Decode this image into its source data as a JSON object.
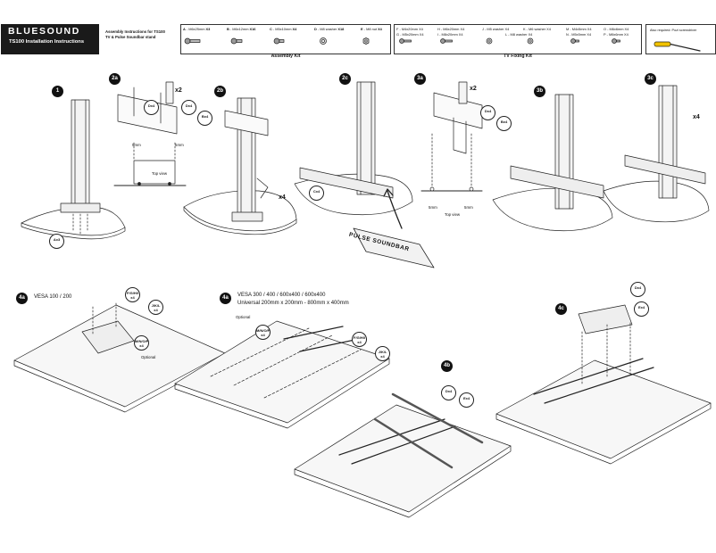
{
  "header": {
    "brand": "BLUESOUND",
    "model": "TS100 Installation Instructions",
    "instructions_line1": "Assembly Instructions for TS100",
    "instructions_line2": "TV & Pulse Soundbar stand"
  },
  "assembly_kit": {
    "title": "Assembly Kit",
    "parts": [
      {
        "code": "A",
        "desc": "M6x25mm",
        "qty": "X3",
        "icon": "screw-icon"
      },
      {
        "code": "B",
        "desc": "M6x12mm",
        "qty": "X16",
        "icon": "screw-icon"
      },
      {
        "code": "C",
        "desc": "M5x10mm",
        "qty": "X4",
        "icon": "screw-icon"
      },
      {
        "code": "D",
        "desc": "M8 washer",
        "qty": "X18",
        "icon": "washer-icon"
      },
      {
        "code": "E",
        "desc": "M8 nut",
        "qty": "X4",
        "icon": "nut-icon"
      }
    ]
  },
  "tv_fixing_kit": {
    "title": "TV Fixing Kit",
    "parts": [
      {
        "text": "F - M4x20mm X4"
      },
      {
        "text": "G - M5x20mm X4"
      },
      {
        "text": "H - M6x20mm X4"
      },
      {
        "text": "I - M8x20mm X4"
      },
      {
        "text": "J - M5 washer X4"
      },
      {
        "text": "K - M6 washer X4"
      },
      {
        "text": "L - M8 washer X4"
      },
      {
        "text": "M - M4x5mm X4"
      },
      {
        "text": "N - M5x5mm X4"
      },
      {
        "text": "O - M6x6mm X4"
      },
      {
        "text": "P - M8x6mm X4"
      }
    ]
  },
  "tools": {
    "text": "Also required: Pozi screwdriver",
    "icon": "screwdriver-icon"
  },
  "steps": {
    "s1": "1",
    "s2a": "2a",
    "s2b": "2b",
    "s2c": "2c",
    "s3a": "3a",
    "s3b": "3b",
    "s3c": "3c",
    "s4a_1": "4a",
    "s4a_2": "4a",
    "s4b": "4b",
    "s4c": "4c"
  },
  "labels": {
    "ax3": "Ax3",
    "x2_a": "x2",
    "x2_b": "x2",
    "x4_a": "x4",
    "x4_b": "x4",
    "dx4_1": "Dx4",
    "bx4_1": "Bx4",
    "dx4_2": "Dx4",
    "cx4": "Cx4",
    "dx4_3": "Dx4",
    "bx4_3": "Bx4",
    "mm5_1": "5mm",
    "mm5_2": "5mm",
    "mm5_3": "5mm",
    "mm5_4": "5mm",
    "topview_1": "Top view",
    "topview_2": "Top view",
    "soundbar": "PULSE SOUNDBAR",
    "vesa_small": "VESA 100 / 200",
    "vesa_large_1": "VESA 300 / 400 / 600x400 / 600x400",
    "vesa_large_2": "Universal 200mm x 200mm - 800mm x 400mm",
    "fghi_x4_a": "F/G/H/I x4",
    "jkl_x4_a": "J/K/L x4",
    "mnop_x4_a": "M/N/O/P x4",
    "optional_a": "Optional",
    "optional_b": "Optional",
    "mnop_x4_b": "M/N/O/P x4",
    "fghi_x4_b": "F/G/H/I x4",
    "jkl_x4_b": "J/K/L x4",
    "dx4_4b": "Dx4",
    "ex4_4b": "Ex4",
    "dx4_4c": "Dx4",
    "ex4_4c": "Ex4"
  }
}
